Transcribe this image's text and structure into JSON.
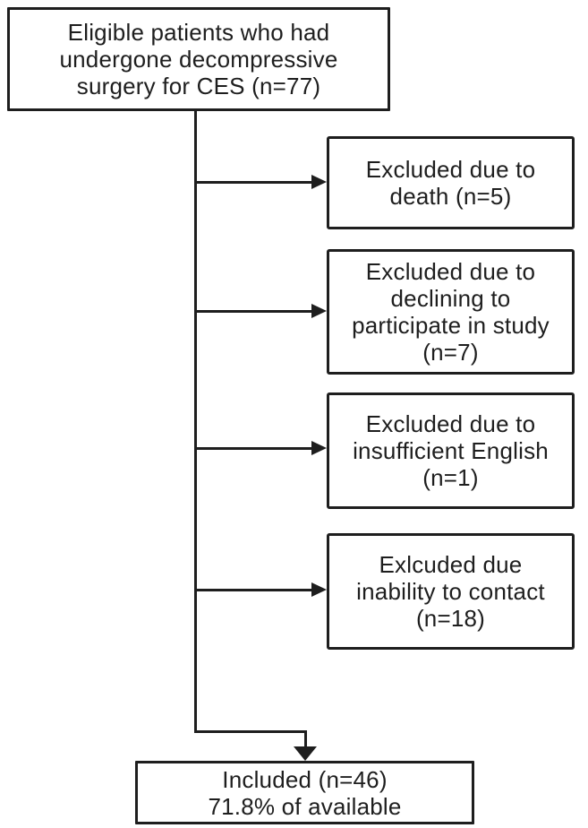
{
  "figure": {
    "type": "flowchart",
    "description": "Patient inclusion/exclusion flow diagram for decompressive surgery for CES study"
  },
  "colors": {
    "line": "#1e1e1e",
    "background": "#ffffff",
    "box_fill": "#ffffff"
  },
  "nodes": {
    "eligible": {
      "text": "Eligible patients who had\nundergone decompressive\nsurgery for CES (n=77)",
      "n": 77
    },
    "excluded_death": {
      "text": "Excluded due to\ndeath (n=5)",
      "n": 5
    },
    "excluded_declined": {
      "text": "Excluded due to\ndeclining to\nparticipate in study\n(n=7)",
      "n": 7
    },
    "excluded_english": {
      "text": "Excluded due to\ninsufficient English\n(n=1)",
      "n": 1
    },
    "excluded_contact": {
      "text": "Exlcuded due\ninability to contact\n(n=18)",
      "n": 18
    },
    "included": {
      "text": "Included (n=46)\n71.8% of available",
      "n": 46,
      "percent_available": "71.8%"
    }
  }
}
